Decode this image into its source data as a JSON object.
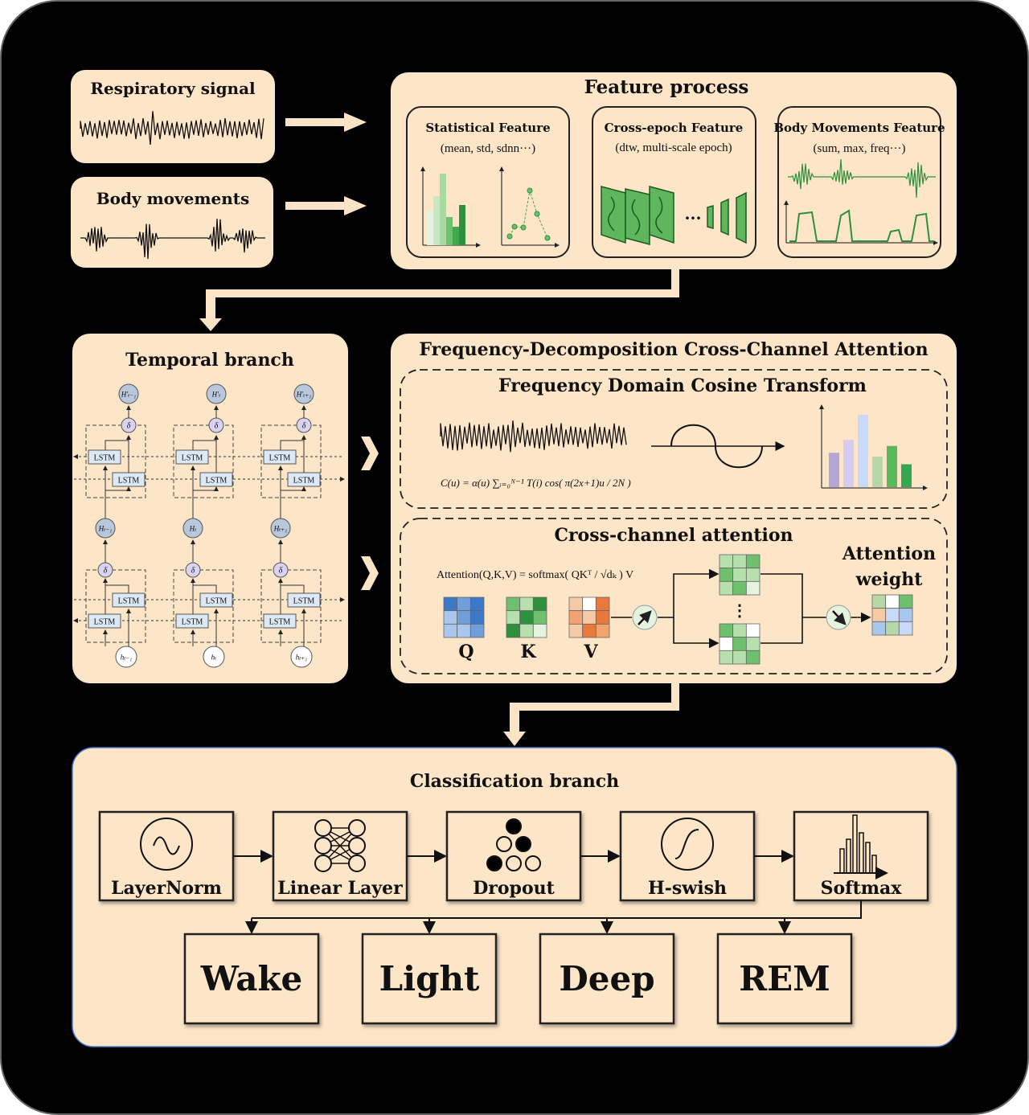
{
  "inputs": {
    "respiratory": "Respiratory signal",
    "body": "Body movements"
  },
  "feature_process": {
    "title": "Feature process",
    "cards": [
      {
        "title": "Statistical Feature",
        "subtitle": "(mean, std, sdnn···)"
      },
      {
        "title": "Cross-epoch Feature",
        "subtitle": "(dtw, multi-scale epoch)"
      },
      {
        "title": "Body Movements Feature",
        "subtitle": "(sum, max, freq···)"
      }
    ],
    "ellipsis": "···"
  },
  "temporal": {
    "title": "Temporal branch",
    "lstm": "LSTM",
    "delta": "δ",
    "outputs": [
      "H'ₜ₋₁",
      "H'ₜ",
      "H'ₜ₊₁"
    ],
    "hidden": [
      "Hₜ₋₁",
      "Hₜ",
      "Hₜ₊₁"
    ],
    "inputs": [
      "hₜ₋₁",
      "hₜ",
      "hₜ₊₁"
    ]
  },
  "fdca": {
    "title": "Frequency-Decomposition Cross-Channel Attention",
    "fdct_title": "Frequency Domain Cosine Transform",
    "fdct_formula": "C(u) = α(u) ∑ᵢ₌₀ᴺ⁻¹ T(i) cos( π(2x+1)u / 2N )",
    "spectrum_bars": [
      0.45,
      0.62,
      0.95,
      0.4,
      0.54,
      0.3
    ],
    "cca_title": "Cross-channel attention",
    "attention_formula": "Attention(Q,K,V) = softmax( QKᵀ / √dₖ ) V",
    "q": "Q",
    "k": "K",
    "v": "V",
    "attention_weight": [
      "Attention",
      "weight"
    ],
    "dots": "⋮"
  },
  "classification": {
    "title": "Classification branch",
    "layers": [
      "LayerNorm",
      "Linear Layer",
      "Dropout",
      "H-swish",
      "Softmax"
    ],
    "classes": [
      "Wake",
      "Light",
      "Deep",
      "REM"
    ]
  },
  "colors": {
    "panel": "#fde5c8",
    "arrow": "#fbe4c6",
    "background": "#000000",
    "lstm": "#dce9f5",
    "delta": "#d9d2f0",
    "hidden": "#b8c7dc"
  }
}
